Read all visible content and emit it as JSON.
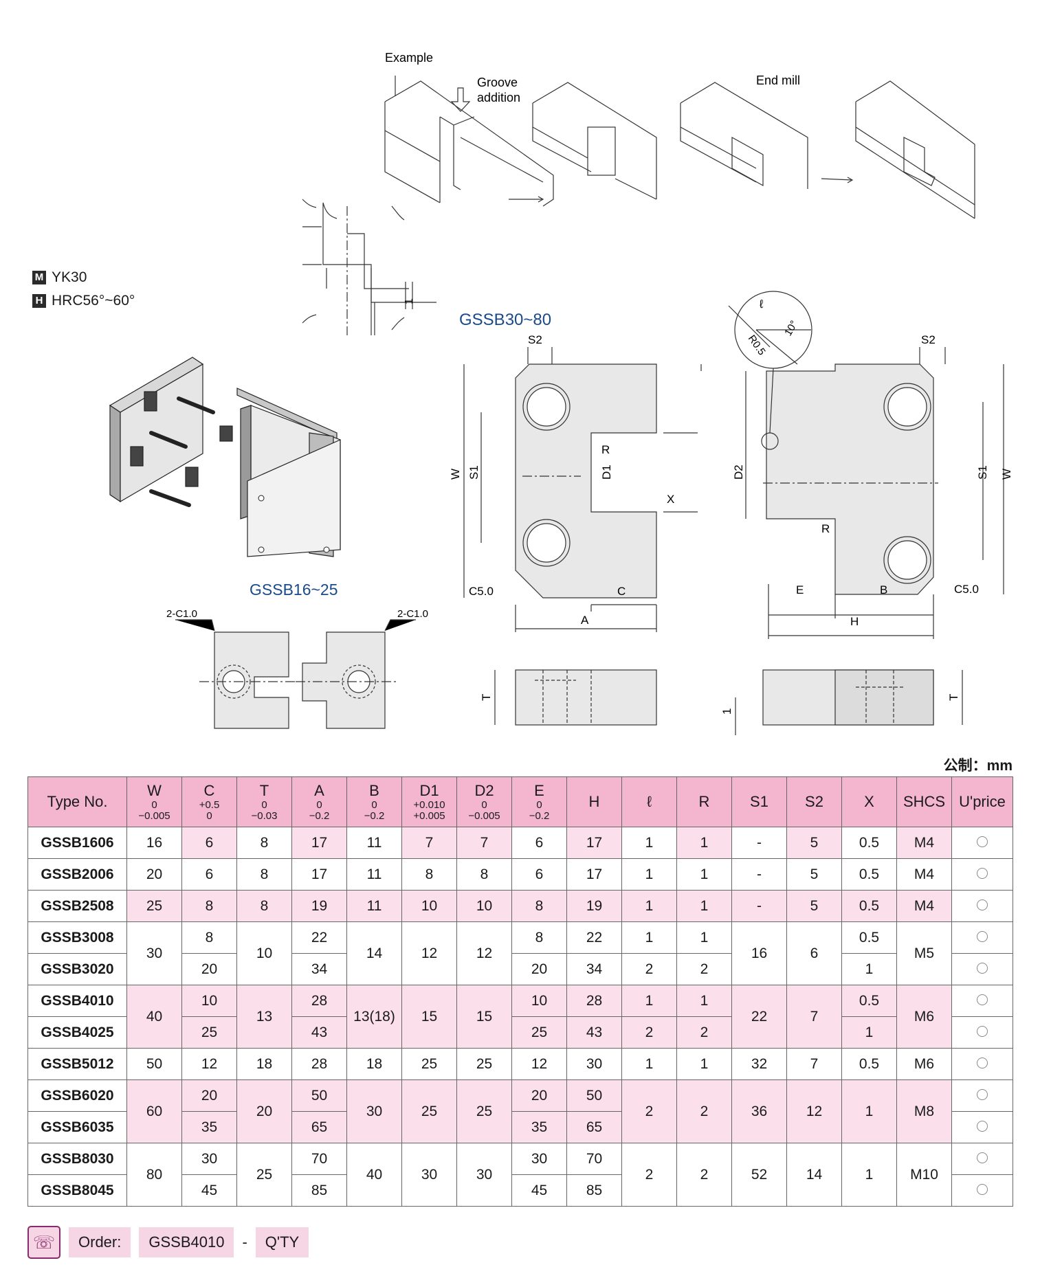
{
  "material": {
    "m_code": "M",
    "m_value": "YK30",
    "h_code": "H",
    "h_value": "HRC56°~60°"
  },
  "figure": {
    "example_label": "Example",
    "groove_label_1": "Groove",
    "groove_label_2": "addition",
    "end_mill_label": "End mill",
    "groove_depth": "1",
    "small_title": "GSSB16~25",
    "large_title": "GSSB30~80",
    "chamfer_small": "2-C1.0",
    "chamfer_large": "C5.0",
    "detail_ell": "ℓ",
    "detail_angle": "10°",
    "detail_radius": "R0.5",
    "dims": {
      "s2": "S2",
      "w": "W",
      "s1": "S1",
      "d1": "D1",
      "d2": "D2",
      "r": "R",
      "x": "X",
      "a": "A",
      "b": "B",
      "c": "C",
      "e": "E",
      "h": "H",
      "t": "T",
      "one": "1"
    }
  },
  "unit_label": "公制：mm",
  "table": {
    "headers": [
      {
        "main": "Type No."
      },
      {
        "main": "W",
        "tol_top": "0",
        "tol_bottom": "−0.005"
      },
      {
        "main": "C",
        "tol_top": "+0.5",
        "tol_bottom": "0"
      },
      {
        "main": "T",
        "tol_top": "0",
        "tol_bottom": "−0.03"
      },
      {
        "main": "A",
        "tol_top": "0",
        "tol_bottom": "−0.2"
      },
      {
        "main": "B",
        "tol_top": "0",
        "tol_bottom": "−0.2"
      },
      {
        "main": "D1",
        "tol_top": "+0.010",
        "tol_bottom": "+0.005"
      },
      {
        "main": "D2",
        "tol_top": "0",
        "tol_bottom": "−0.005"
      },
      {
        "main": "E",
        "tol_top": "0",
        "tol_bottom": "−0.2"
      },
      {
        "main": "H"
      },
      {
        "main": "ℓ"
      },
      {
        "main": "R"
      },
      {
        "main": "S1"
      },
      {
        "main": "S2"
      },
      {
        "main": "X"
      },
      {
        "main": "SHCS"
      },
      {
        "main": "U'price"
      }
    ],
    "rows": [
      {
        "type": "GSSB1606",
        "W": "16",
        "C": "6",
        "T": "8",
        "A": "17",
        "B": "11",
        "D1": "7",
        "D2": "7",
        "E": "6",
        "H": "17",
        "L": "1",
        "R": "1",
        "S1": "-",
        "S2": "5",
        "X": "0.5",
        "SHCS": "M4"
      },
      {
        "type": "GSSB2006",
        "W": "20",
        "C": "6",
        "T": "8",
        "A": "17",
        "B": "11",
        "D1": "8",
        "D2": "8",
        "E": "6",
        "H": "17",
        "L": "1",
        "R": "1",
        "S1": "-",
        "S2": "5",
        "X": "0.5",
        "SHCS": "M4"
      },
      {
        "type": "GSSB2508",
        "W": "25",
        "C": "8",
        "T": "8",
        "A": "19",
        "B": "11",
        "D1": "10",
        "D2": "10",
        "E": "8",
        "H": "19",
        "L": "1",
        "R": "1",
        "S1": "-",
        "S2": "5",
        "X": "0.5",
        "SHCS": "M4"
      },
      {
        "type": "GSSB3008",
        "W": "30",
        "C": "8",
        "T": "10",
        "A": "22",
        "B": "14",
        "D1": "12",
        "D2": "12",
        "E": "8",
        "H": "22",
        "L": "1",
        "R": "1",
        "S1": "16",
        "S2": "6",
        "X": "0.5",
        "SHCS": "M5"
      },
      {
        "type": "GSSB3020",
        "C": "20",
        "A": "34",
        "E": "20",
        "H": "34",
        "L": "2",
        "R": "2",
        "X": "1"
      },
      {
        "type": "GSSB4010",
        "W": "40",
        "C": "10",
        "T": "13",
        "A": "28",
        "B": "13(18)",
        "D1": "15",
        "D2": "15",
        "E": "10",
        "H": "28",
        "L": "1",
        "R": "1",
        "S1": "22",
        "S2": "7",
        "X": "0.5",
        "SHCS": "M6"
      },
      {
        "type": "GSSB4025",
        "C": "25",
        "A": "43",
        "E": "25",
        "H": "43",
        "L": "2",
        "R": "2",
        "X": "1"
      },
      {
        "type": "GSSB5012",
        "W": "50",
        "C": "12",
        "T": "18",
        "A": "28",
        "B": "18",
        "D1": "25",
        "D2": "25",
        "E": "12",
        "H": "30",
        "L": "1",
        "R": "1",
        "S1": "32",
        "S2": "7",
        "X": "0.5",
        "SHCS": "M6"
      },
      {
        "type": "GSSB6020",
        "W": "60",
        "C": "20",
        "T": "20",
        "A": "50",
        "B": "30",
        "D1": "25",
        "D2": "25",
        "E": "20",
        "H": "50",
        "L": "2",
        "R": "2",
        "S1": "36",
        "S2": "12",
        "X": "1",
        "SHCS": "M8"
      },
      {
        "type": "GSSB6035",
        "C": "35",
        "A": "65",
        "E": "35",
        "H": "65"
      },
      {
        "type": "GSSB8030",
        "W": "80",
        "C": "30",
        "T": "25",
        "A": "70",
        "B": "40",
        "D1": "30",
        "D2": "30",
        "E": "30",
        "H": "70",
        "L": "2",
        "R": "2",
        "S1": "52",
        "S2": "14",
        "X": "1",
        "SHCS": "M10"
      },
      {
        "type": "GSSB8045",
        "C": "45",
        "A": "85",
        "E": "45",
        "H": "85"
      }
    ]
  },
  "order": {
    "label": "Order:",
    "example": "GSSB4010",
    "dash": "-",
    "qty": "Q'TY",
    "icon": "phone-icon"
  }
}
